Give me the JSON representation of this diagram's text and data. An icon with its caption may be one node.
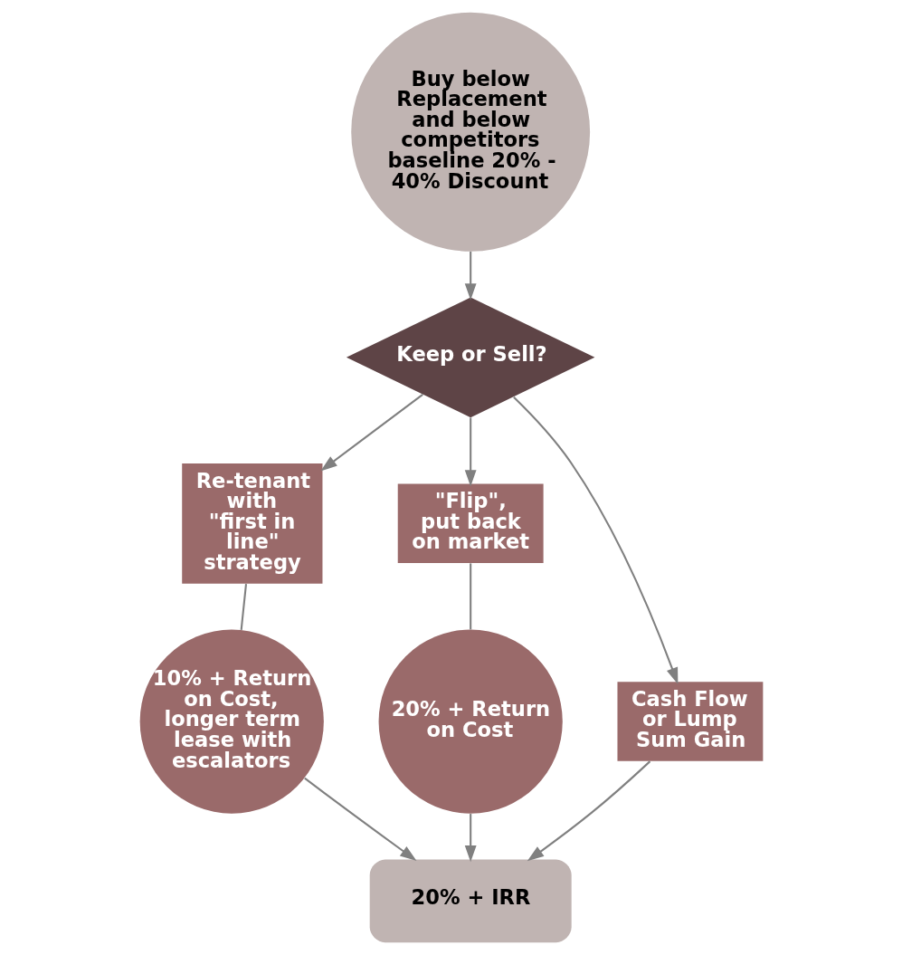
{
  "diagram": {
    "nodes": [
      {
        "text": [
          "Buy below Replacement and below competitors baseline 20% - 40% Discount"
        ]
      },
      {
        "text": [
          "Re-tenant with \"first in line\" strategy"
        ]
      },
      {
        "text": [
          "Keep or Sell?"
        ]
      },
      {
        "text": [
          "\"Flip\", put back on market"
        ]
      },
      {
        "text": [
          "10% + Return on Cost, longer term lease with escalators"
        ]
      },
      {
        "text": [
          "Cash Flow or Lump Sum Gain"
        ]
      },
      {
        "text": [
          "20% + Return on Cost"
        ]
      },
      {
        "text": [
          "20% + IRR"
        ]
      }
    ],
    "edges": [
      {
        "from": 0,
        "to": 2,
        "arrow": "to"
      },
      {
        "from": 2,
        "to": 1,
        "arrow": "to"
      },
      {
        "from": 2,
        "to": 3,
        "arrow": "to"
      },
      {
        "from": 2,
        "to": 5,
        "arrow": "to"
      },
      {
        "from": 1,
        "to": 4,
        "arrow": "none"
      },
      {
        "from": 3,
        "to": 6,
        "arrow": "none"
      },
      {
        "from": 5,
        "to": 7,
        "arrow": "to"
      },
      {
        "from": 4,
        "to": 7,
        "arrow": "to"
      },
      {
        "from": 6,
        "to": 7,
        "arrow": "to"
      }
    ]
  }
}
